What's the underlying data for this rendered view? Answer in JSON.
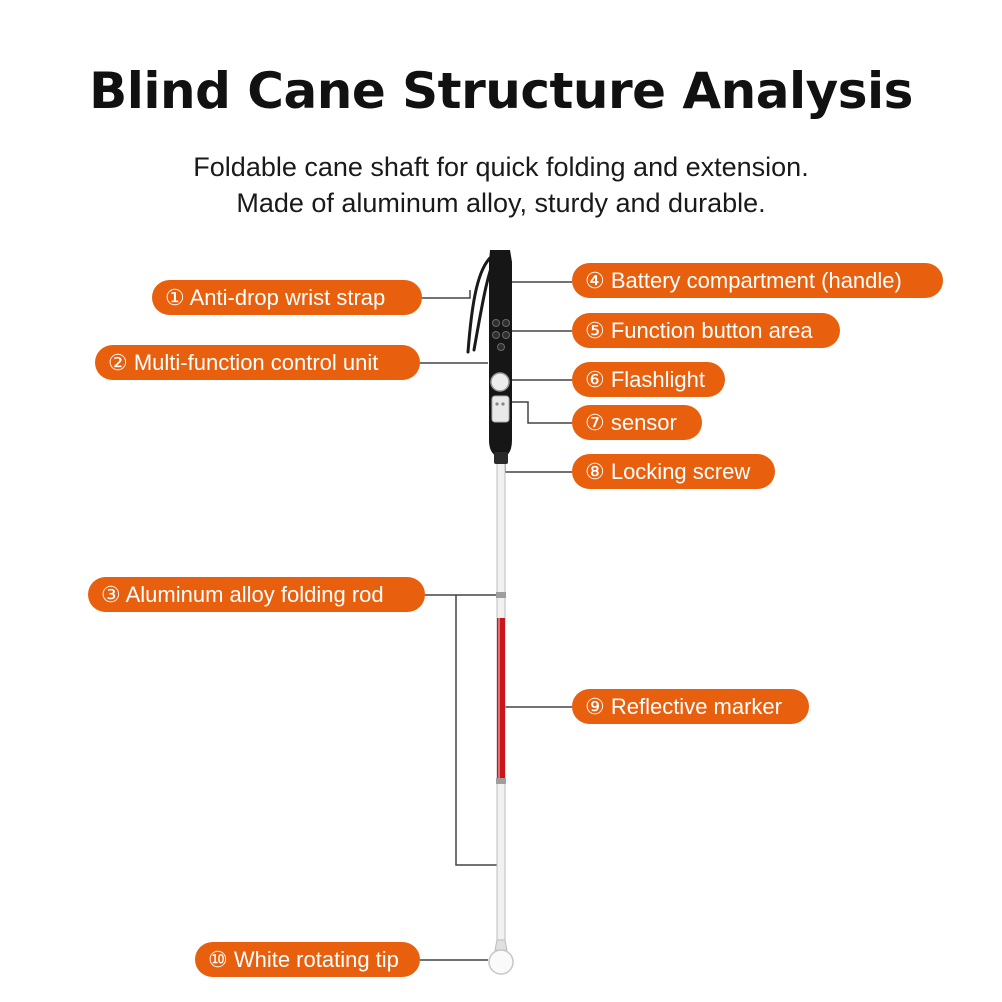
{
  "title": "Blind Cane Structure Analysis",
  "subtitle_line1": "Foldable cane shaft for quick folding and extension.",
  "subtitle_line2": "Made of aluminum alloy, sturdy and durable.",
  "accent_color": "#e8600e",
  "labels": {
    "wrist_strap": "① Anti-drop wrist strap",
    "control_unit": "② Multi-function control unit",
    "folding_rod": "③ Aluminum alloy folding rod",
    "battery": "④ Battery compartment (handle)",
    "function_buttons": "⑤ Function button area",
    "flashlight": "⑥ Flashlight",
    "sensor": "⑦ sensor",
    "locking_screw": "⑧ Locking screw",
    "reflective_marker": "⑨ Reflective marker",
    "rotating_tip": "⑩ White rotating tip"
  }
}
